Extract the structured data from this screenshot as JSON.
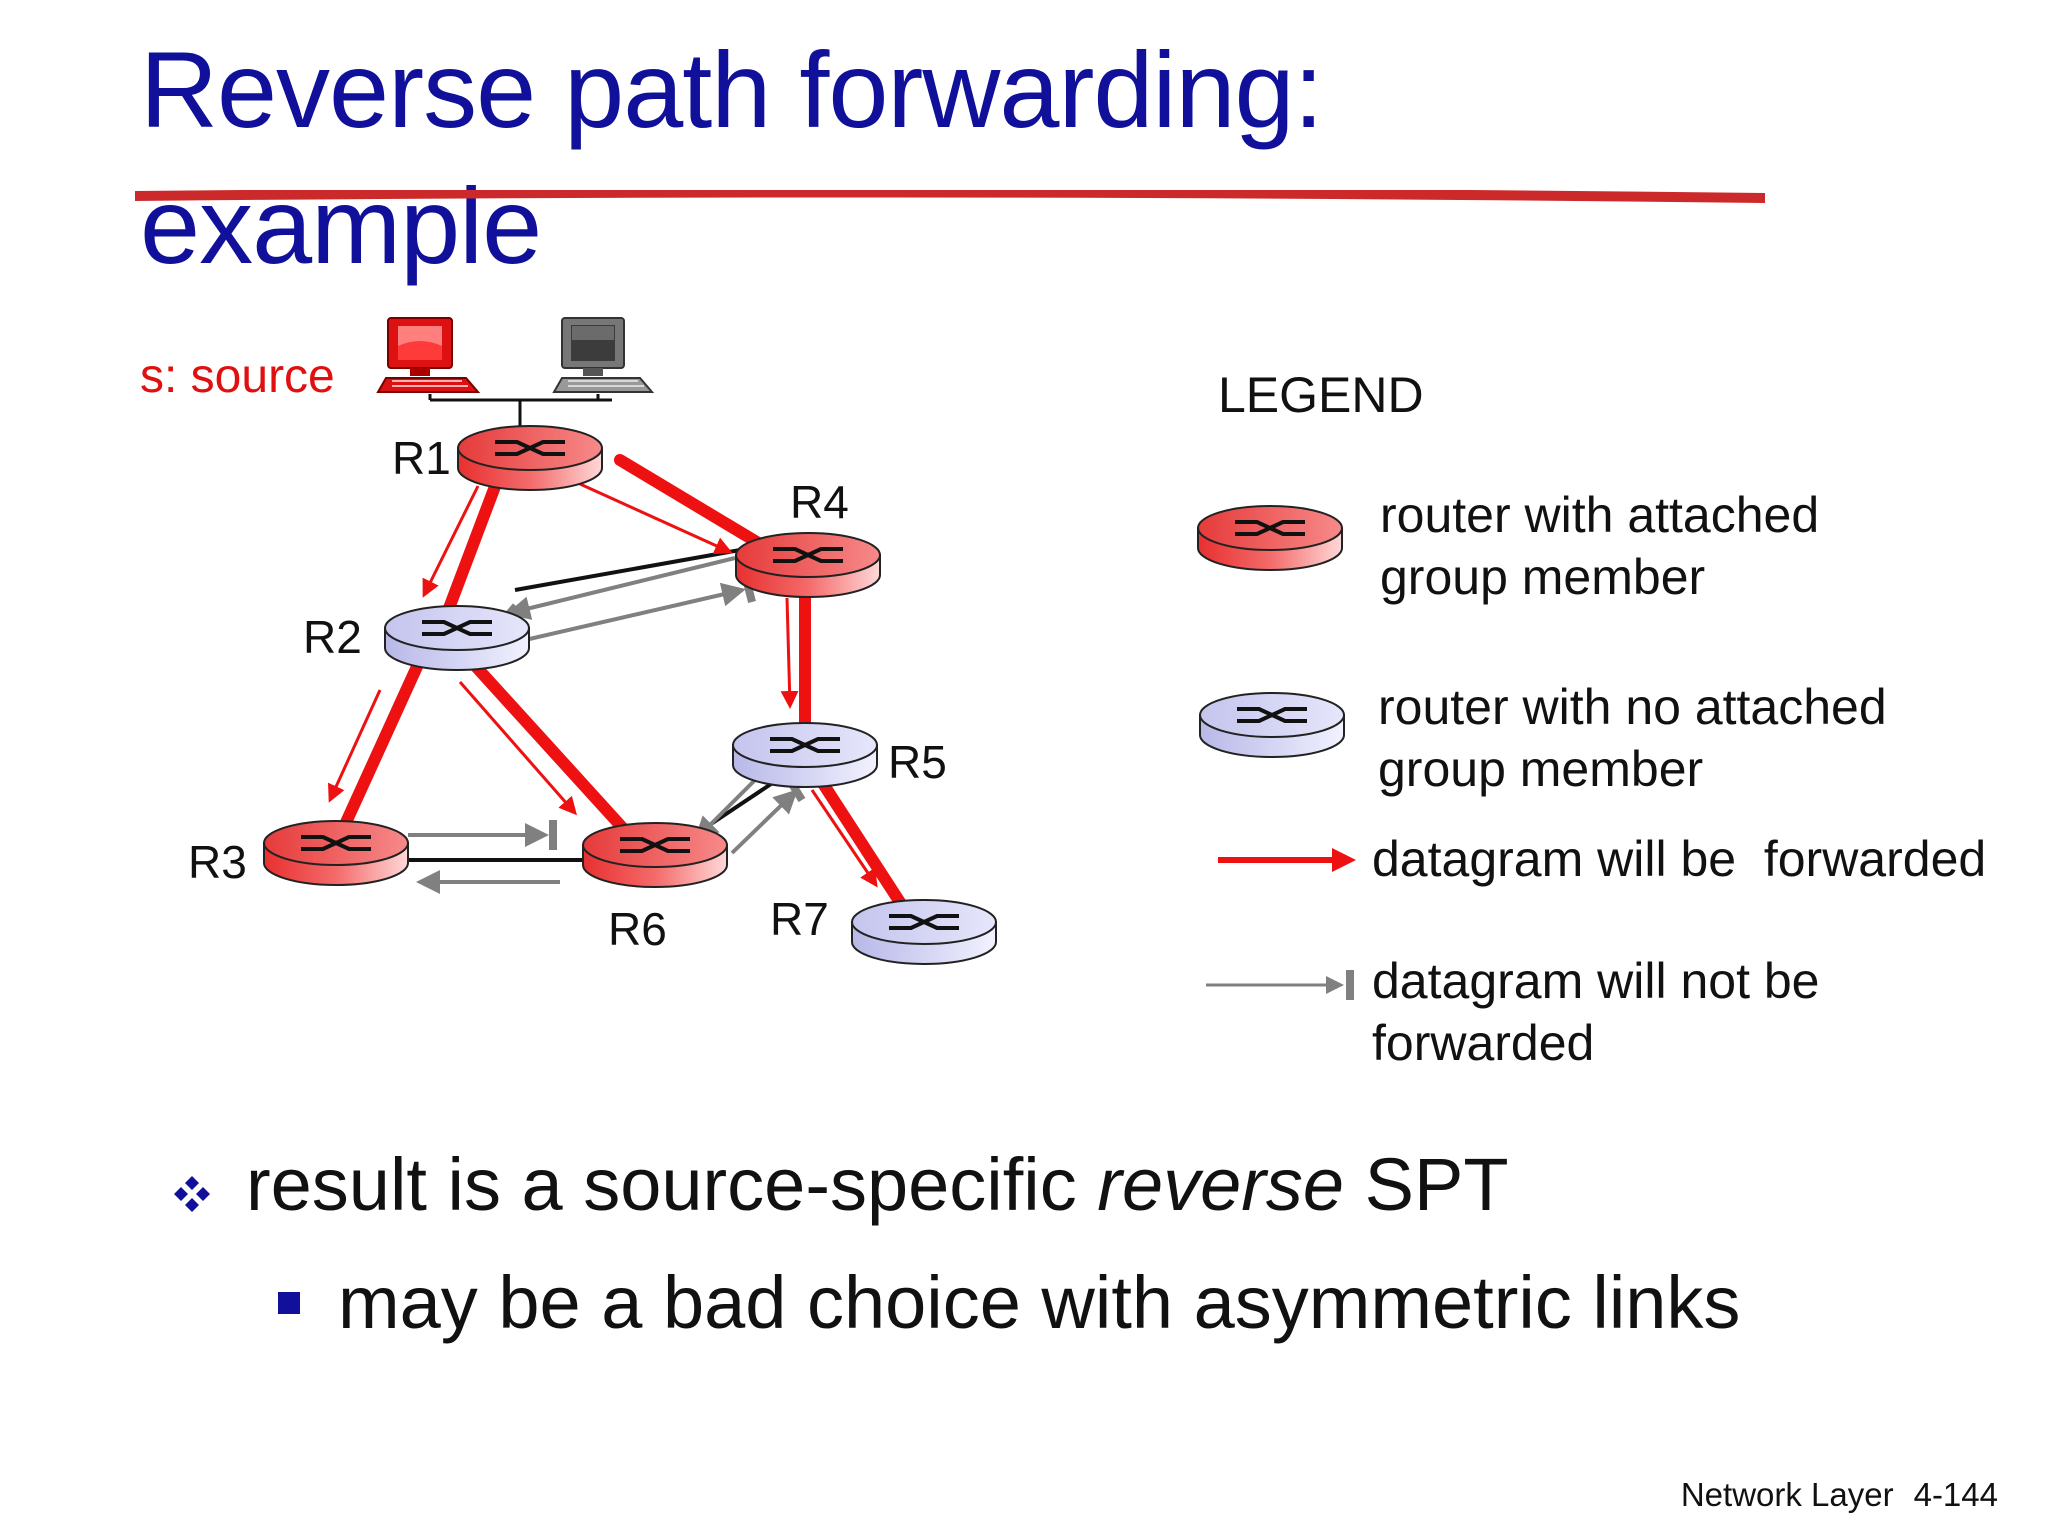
{
  "slide": {
    "title_line1": "Reverse path forwarding:",
    "title_line2": "example",
    "source_label": "s: source",
    "routers": {
      "r1": "R1",
      "r2": "R2",
      "r3": "R3",
      "r4": "R4",
      "r5": "R5",
      "r6": "R6",
      "r7": "R7"
    },
    "legend": {
      "title": "LEGEND",
      "member_router_line1": "router with attached",
      "member_router_line2": "group member",
      "nonmember_router_line1": "router with no attached",
      "nonmember_router_line2": "group member",
      "forwarded": "datagram will be  forwarded",
      "not_forwarded_line1": "datagram will not be",
      "not_forwarded_line2": "forwarded"
    },
    "bullets": {
      "main_prefix": "result is a source-specific ",
      "main_emphasis": "reverse",
      "main_suffix": " SPT",
      "sub": "may be a bad choice with asymmetric links"
    },
    "footer": {
      "section": "Network Layer",
      "page": "4-144"
    },
    "colors": {
      "title": "#10109a",
      "source_label": "#e01010",
      "forwarded_arrow": "#ee1111",
      "not_forwarded_arrow": "#808080",
      "member_router": "#f04444",
      "nonmember_router": "#c8c8ee"
    }
  }
}
